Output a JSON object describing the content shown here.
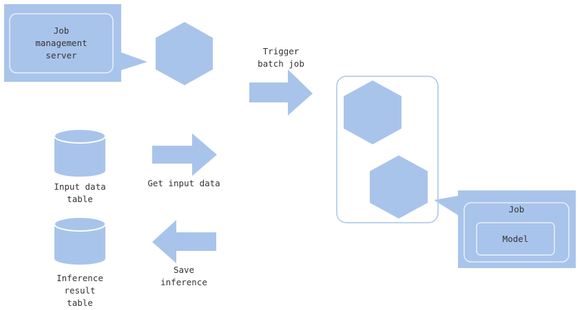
{
  "colors": {
    "fill": "#a9c4eb",
    "inner_border": "#e8f0fb",
    "container_border": "#a9c4eb",
    "text": "#333333",
    "background": "#ffffff"
  },
  "nodes": {
    "job_management_server": {
      "label": "Job\nmanagement\nserver",
      "icon": "callout-box"
    },
    "server_hexagon": {
      "icon": "hexagon"
    },
    "input_data_table": {
      "label": "Input data\ntable",
      "icon": "database-cylinder"
    },
    "inference_result_table": {
      "label": "Inference\nresult\ntable",
      "icon": "database-cylinder"
    },
    "batch_hexagon_top": {
      "icon": "hexagon"
    },
    "batch_hexagon_bottom": {
      "icon": "hexagon"
    },
    "job_box": {
      "label": "Job",
      "icon": "callout-box"
    },
    "model_box": {
      "label": "Model"
    }
  },
  "arrows": {
    "trigger": {
      "label": "Trigger\nbatch job",
      "direction": "right"
    },
    "get_input": {
      "label": "Get input data",
      "direction": "right"
    },
    "save": {
      "label": "Save\ninference",
      "direction": "left"
    }
  }
}
